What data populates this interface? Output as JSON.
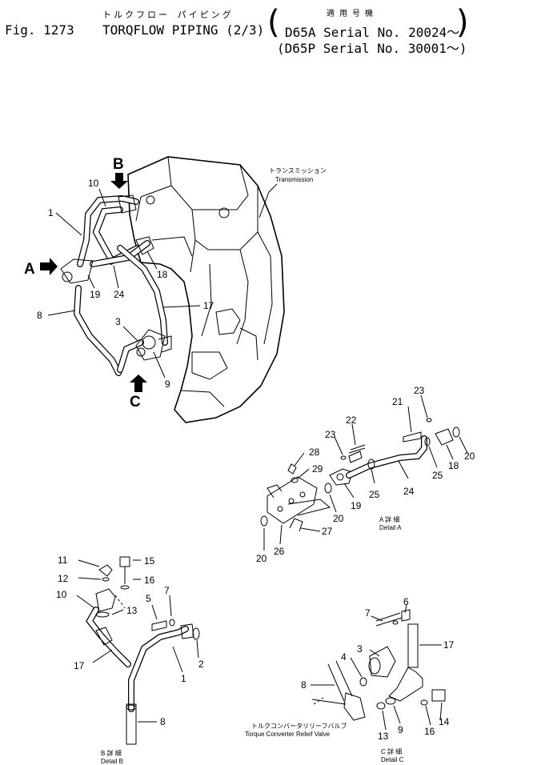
{
  "header": {
    "fig_number": "Fig. 1273",
    "title_jp": "トルクフロー パイピング",
    "title": "TORQFLOW PIPING (2/3)",
    "applicability_jp": "適用号機",
    "serial_1": "D65A Serial No. 20024～",
    "serial_2": "(D65P Serial No. 30001～)"
  },
  "main_view": {
    "part_numbers": [
      "1",
      "10",
      "8",
      "19",
      "24",
      "18",
      "17",
      "3",
      "9"
    ],
    "view_markers": [
      "A",
      "B",
      "C"
    ],
    "transmission_label_jp": "トランスミッション",
    "transmission_label": "Transmission"
  },
  "detail_a": {
    "part_numbers": [
      "21",
      "23",
      "23",
      "22",
      "28",
      "29",
      "20",
      "19",
      "25",
      "24",
      "25",
      "18",
      "20",
      "20",
      "26",
      "27"
    ],
    "caption_jp": "A 詳 細",
    "caption": "Detail A"
  },
  "detail_b": {
    "part_numbers": [
      "11",
      "15",
      "12",
      "16",
      "10",
      "13",
      "5",
      "7",
      "17",
      "2",
      "1",
      "8"
    ],
    "caption_jp": "B 詳 細",
    "caption": "Detail B"
  },
  "detail_c": {
    "part_numbers": [
      "6",
      "7",
      "17",
      "3",
      "4",
      "8",
      "9",
      "13",
      "16",
      "14"
    ],
    "caption_jp": "C 詳 細",
    "caption": "Detail C",
    "valve_label_jp": "トルクコンバータリリーフバルブ",
    "valve_label": "Torque Converter Relief Valve"
  }
}
